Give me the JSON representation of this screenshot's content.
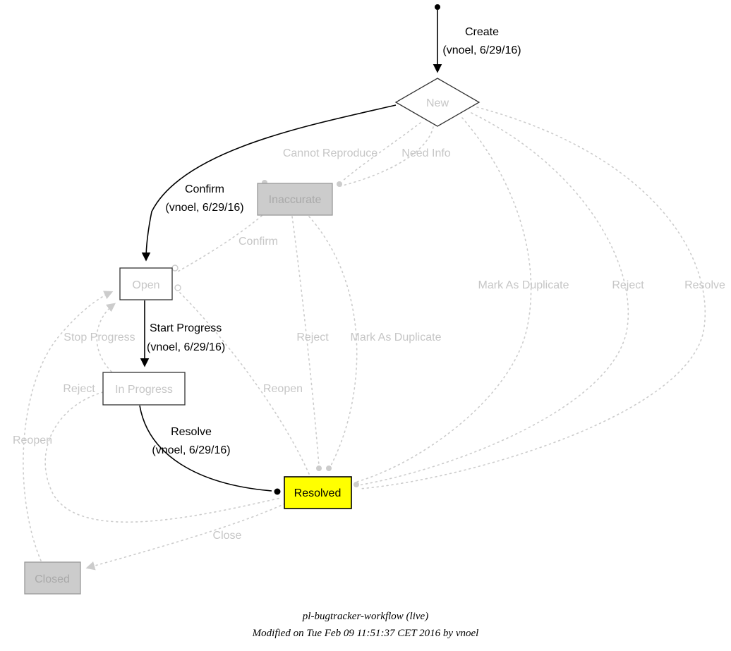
{
  "diagram": {
    "caption_line1": "pl-bugtracker-workflow (live)",
    "caption_line2": "Modified on Tue Feb 09 11:51:37 CET 2016 by vnoel"
  },
  "nodes": {
    "new": "New",
    "inaccurate": "Inaccurate",
    "open": "Open",
    "in_progress": "In Progress",
    "resolved": "Resolved",
    "closed": "Closed"
  },
  "transitions": {
    "create": {
      "label": "Create",
      "meta": "(vnoel, 6/29/16)"
    },
    "confirm": {
      "label": "Confirm",
      "meta": "(vnoel, 6/29/16)"
    },
    "start_progress": {
      "label": "Start Progress",
      "meta": "(vnoel, 6/29/16)"
    },
    "resolve": {
      "label": "Resolve",
      "meta": "(vnoel, 6/29/16)"
    },
    "cannot_reproduce": "Cannot Reproduce",
    "need_info": "Need Info",
    "confirm_gray": "Confirm",
    "mark_as_duplicate": "Mark As Duplicate",
    "reject": "Reject",
    "resolve_gray": "Resolve",
    "stop_progress": "Stop Progress",
    "reject_left": "Reject",
    "reject_mid": "Reject",
    "mark_as_duplicate_mid": "Mark As Duplicate",
    "reopen": "Reopen",
    "reopen_left": "Reopen",
    "close": "Close"
  },
  "colors": {
    "active": "#000000",
    "inactive": "#cccccc",
    "resolved_fill": "#ffff00",
    "disabled_fill": "#cccccc"
  }
}
